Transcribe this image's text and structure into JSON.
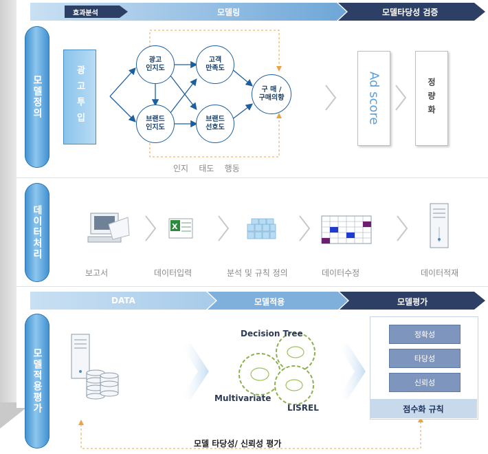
{
  "header1": {
    "analysis_tag": "효과분석",
    "modeling": "모델링",
    "validation": "모델타당성 검증"
  },
  "sections": {
    "model_definition": "모델정의",
    "data_processing": "데이터처리",
    "model_application": "모델적용평가"
  },
  "ad_input": "광고투입",
  "nodes": {
    "ad_awareness": "광고\n인지도",
    "brand_awareness": "브랜드\n인지도",
    "satisfaction": "고객\n만족도",
    "brand_preference": "브랜드\n선호도",
    "purchase": "구 매 /\n구매의향"
  },
  "stages": "인지    태도    행동",
  "ad_score": "Ad score",
  "quantify": "정량화",
  "data_steps": [
    "보고서",
    "데이터입력",
    "분석 및 규칙 정의",
    "데이터수정",
    "데이터적재"
  ],
  "header2": {
    "data": "DATA",
    "apply": "모델적용",
    "eval": "모델평가"
  },
  "methods": {
    "decision_tree": "Decision Tree",
    "multivariate": "Multivariate",
    "lisrel": "LISREL"
  },
  "quality": [
    "정확성",
    "타당성",
    "신뢰성"
  ],
  "score_rule": "점수화 규칙",
  "bottom_label": "모델 타당성/ 신뢰성 평가",
  "colors": {
    "light_blue": "#a9cbea",
    "mid_blue": "#7fb0dc",
    "navy": "#2e3f66",
    "pill_blue": "#3f8fcf"
  }
}
